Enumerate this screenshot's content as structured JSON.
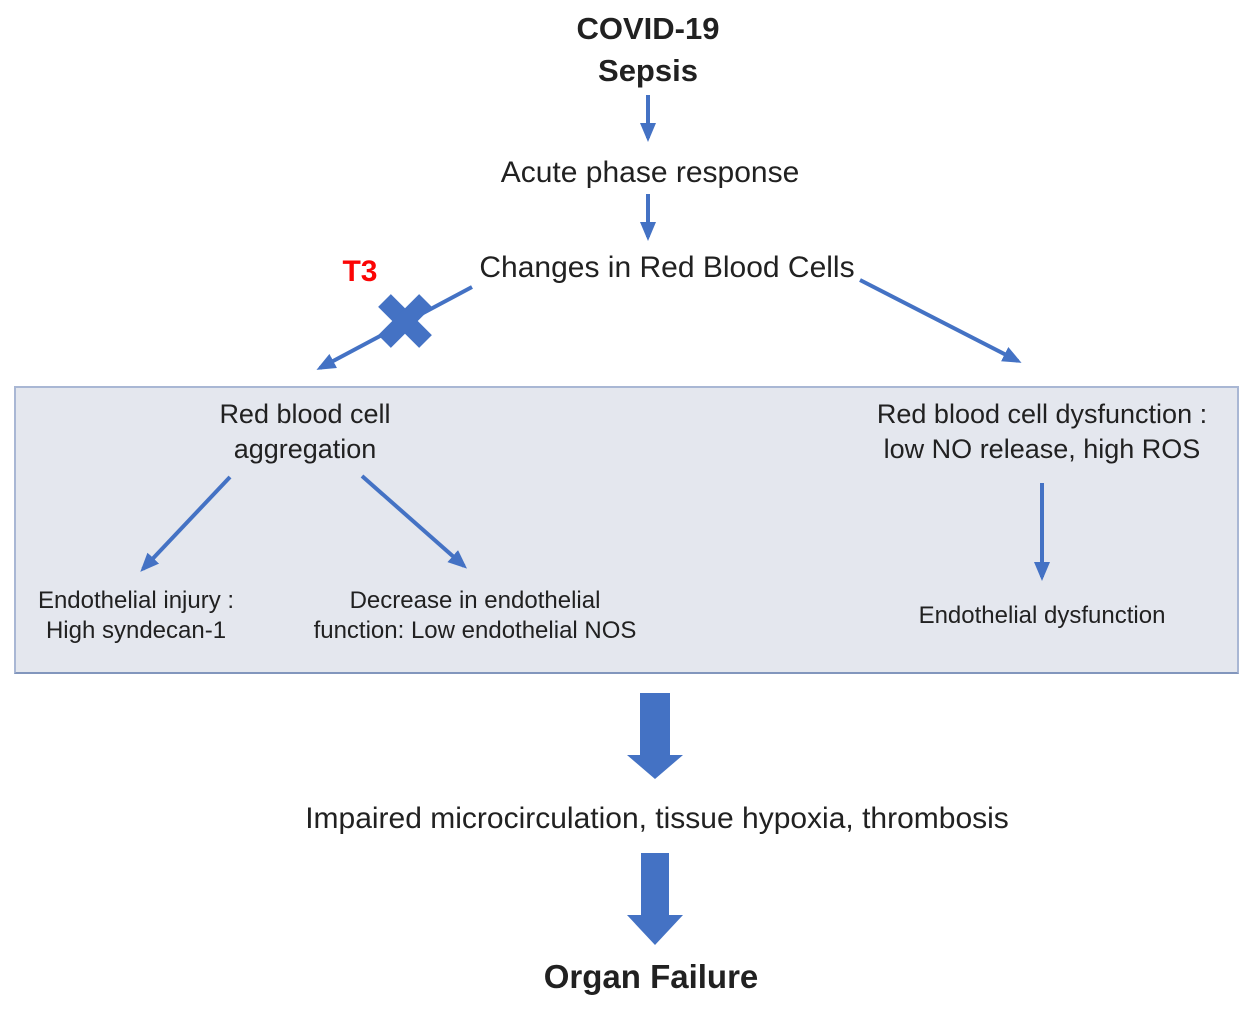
{
  "diagram": {
    "title_line1": "COVID-19",
    "title_line2": "Sepsis",
    "acute_phase": "Acute phase response",
    "rbc_changes": "Changes in Red Blood Cells",
    "t3_label": "T3",
    "box": {
      "aggregation_line1": "Red blood cell",
      "aggregation_line2": "aggregation",
      "endothelial_injury_line1": "Endothelial injury :",
      "endothelial_injury_line2": "High syndecan-1",
      "endothelial_decrease_line1": "Decrease in endothelial",
      "endothelial_decrease_line2": "function: Low endothelial NOS",
      "rbc_dysfunction_line1": "Red blood cell dysfunction :",
      "rbc_dysfunction_line2": "low NO release, high ROS",
      "endothelial_dysfunction": "Endothelial dysfunction"
    },
    "impaired": "Impaired microcirculation, tissue hypoxia, thrombosis",
    "organ_failure": "Organ Failure"
  },
  "colors": {
    "arrow_blue": "#4472c4",
    "t3_red": "#fb0505",
    "box_fill": "#e4e7ee",
    "box_border": "#a9b7d4",
    "text_color": "#212121"
  }
}
